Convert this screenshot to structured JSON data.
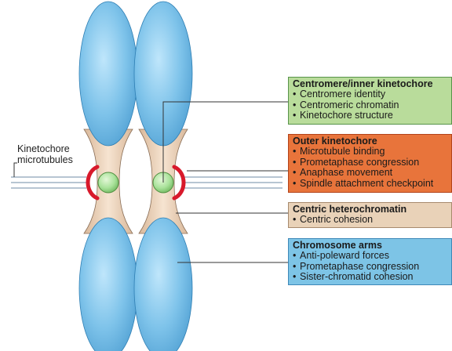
{
  "kinetochore_label": [
    "Kinetochore",
    "microtubules"
  ],
  "boxes": {
    "centromere": {
      "title": "Centromere/inner kinetochore",
      "items": [
        "Centromere identity",
        "Centromeric chromatin",
        "Kinetochore structure"
      ],
      "color": "#b9dc9b"
    },
    "outer": {
      "title": "Outer kinetochore",
      "items": [
        "Microtubule binding",
        "Prometaphase congression",
        "Anaphase movement",
        "Spindle attachment checkpoint"
      ],
      "color": "#e8743b"
    },
    "centric": {
      "title": "Centric heterochromatin",
      "items": [
        "Centric cohesion"
      ],
      "color": "#e9d2b8"
    },
    "arms": {
      "title": "Chromosome arms",
      "items": [
        "Anti-poleward forces",
        "Prometaphase congression",
        "Sister-chromatid cohesion"
      ],
      "color": "#7dc4e6"
    }
  },
  "colors": {
    "chromosome_arm": "#7ec3ea",
    "heterochromatin": "#f0d9c2",
    "centromere": "#a9e29a",
    "kinetochore": "#d8192b",
    "microtubule": "#9fb2c4"
  }
}
